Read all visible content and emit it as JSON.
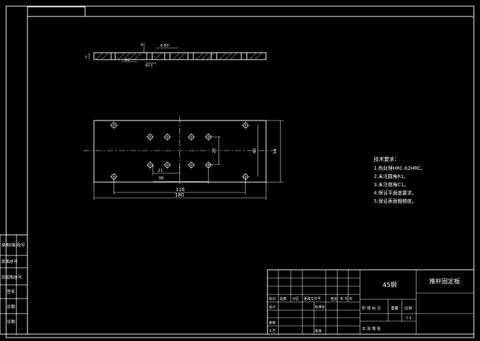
{
  "drawing": {
    "material": "45钢",
    "part_name": "推杆固定板",
    "tech_title": "技术要求：",
    "tech_notes": [
      "1.热处理HRC-62HRC。",
      "2.未注圆角R1。",
      "3.未注倒角C1。",
      "4.保证平面度要求。",
      "5.保证表面粗糙度。"
    ],
    "dims": {
      "top_right": "8-Φ3",
      "top_left": "4",
      "top_mid": "Φ6",
      "top_under": "Φ3.6",
      "len_inner": "116",
      "len_outer": "180",
      "width_outer": "54",
      "width_mid": "40",
      "width_inner": "23",
      "pitch_a": "21",
      "pitch_b": "36",
      "side_t": "5"
    },
    "left_stamps": [
      "描图(描)校号",
      "底图总号",
      "旧底图总号",
      "签名",
      "日期",
      "日期"
    ],
    "title_block": {
      "h_mark": "标记",
      "h_count": "处数",
      "h_zone": "分区",
      "h_docno": "更改文件号",
      "h_sign": "签名",
      "h_date": "年 月 日",
      "h_design": "设计",
      "h_std": "标准化",
      "h_review": "审核",
      "h_craft": "工艺",
      "h_approve": "批准",
      "stage_row": "阶 段 标 记",
      "weight": "重量",
      "scale": "比例",
      "scale_val": "1:1",
      "sheets": "共 张  第 张"
    }
  }
}
